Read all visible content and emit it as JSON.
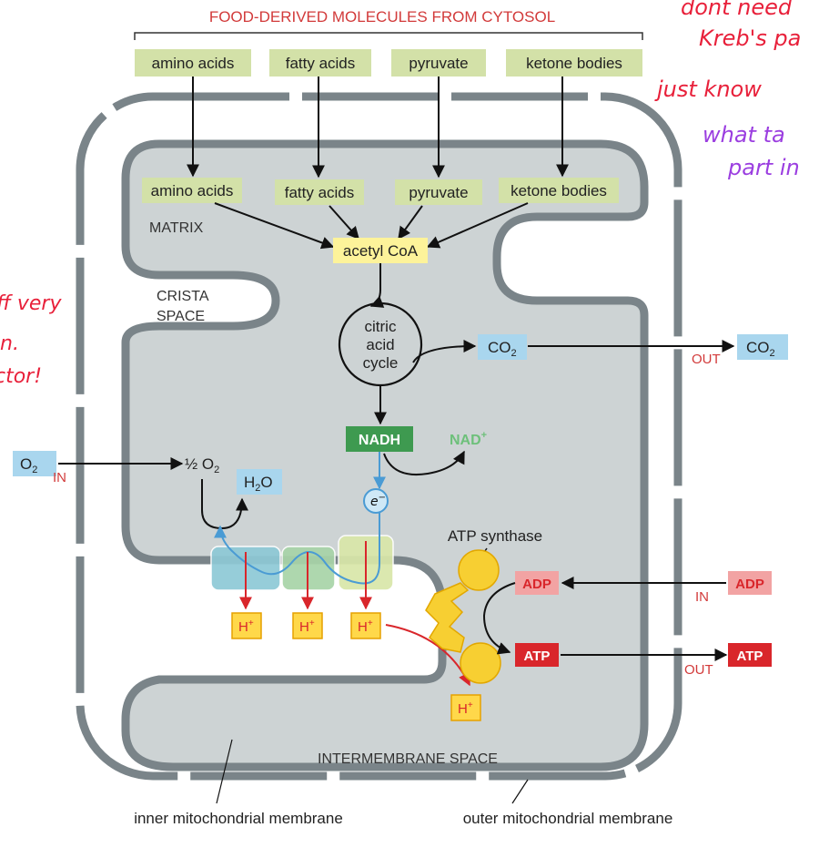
{
  "title": "FOOD-DERIVED MOLECULES FROM CYTOSOL",
  "cytosol_molecules": [
    "amino acids",
    "fatty acids",
    "pyruvate",
    "ketone bodies"
  ],
  "matrix_molecules": [
    "amino acids",
    "fatty acids",
    "pyruvate",
    "ketone bodies"
  ],
  "regions": {
    "matrix": "MATRIX",
    "crista_line1": "CRISTA",
    "crista_line2": "SPACE",
    "intermembrane": "INTERMEMBRANE SPACE"
  },
  "acetyl_coa": "acetyl CoA",
  "cycle": [
    "citric",
    "acid",
    "cycle"
  ],
  "co2": "CO",
  "co2_sub": "2",
  "out": "OUT",
  "in": "IN",
  "o2": "O",
  "o2_sub": "2",
  "half_o2_prefix": "½ O",
  "h2o_h": "H",
  "h2o_o": "O",
  "nadh": "NADH",
  "nad_plus": "NAD",
  "electron": "e",
  "proton": "H",
  "plus": "+",
  "minus": "−",
  "atp_synthase": "ATP synthase",
  "adp": "ADP",
  "atp": "ATP",
  "membrane_labels": {
    "inner": "inner mitochondrial membrane",
    "outer": "outer mitochondrial membrane"
  },
  "handwritten": {
    "line_a": "dont need",
    "line_b": "Kreb's pa",
    "line_c": "just know",
    "line_d": "what ta",
    "line_e": "part in",
    "left_a": "ff very",
    "left_b": "n.",
    "left_c": "ctor!"
  },
  "colors": {
    "membrane": "#7a8489",
    "matrix_fill": "#cdd3d4",
    "molecule_box": "#d3e1a8",
    "acetyl_box": "#fdf39a",
    "blue_box": "#a9d6ee",
    "nadh": "#3e9a50",
    "nad_text": "#6dc07a",
    "adp_box": "#f2a3a3",
    "atp_box": "#d9262b",
    "proton_box": "#ffd84a",
    "synthase": "#f7cf32",
    "red_label": "#d23a3a",
    "hand_red": "#e8203a",
    "hand_purple": "#9b3ee0"
  }
}
